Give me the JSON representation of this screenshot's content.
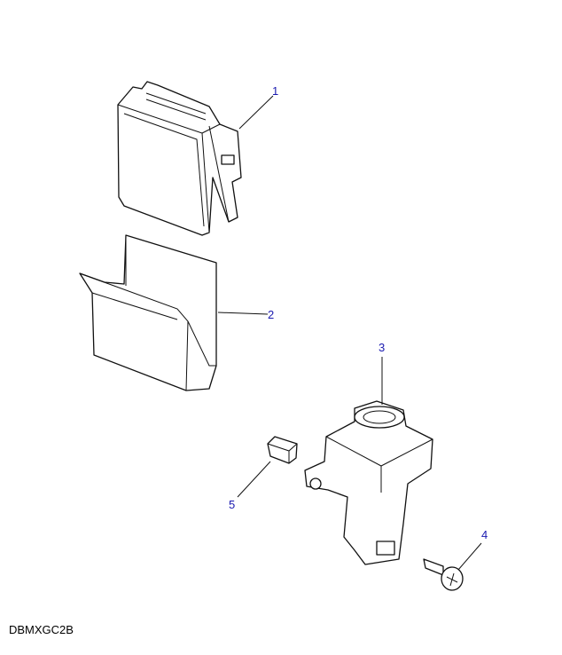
{
  "diagram": {
    "callouts": [
      {
        "id": "1",
        "label": "1",
        "part": "control-module"
      },
      {
        "id": "2",
        "label": "2",
        "part": "bracket"
      },
      {
        "id": "3",
        "label": "3",
        "part": "ignition-switch-housing"
      },
      {
        "id": "4",
        "label": "4",
        "part": "screw"
      },
      {
        "id": "5",
        "label": "5",
        "part": "clip"
      }
    ],
    "drawing_code": "DBMXGC2B",
    "label_color": "#1a1ab0"
  }
}
